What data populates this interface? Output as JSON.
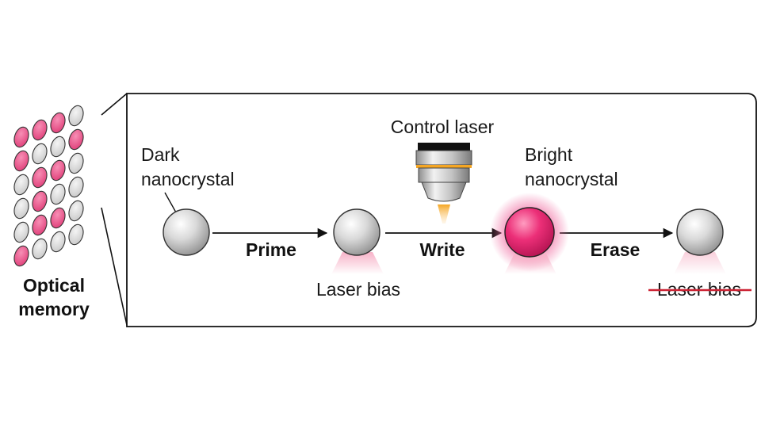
{
  "colors": {
    "accent_pink": "#e8407a",
    "dot_gray": "#d4d4d4",
    "strike_red": "#cc2233",
    "beam_orange": "#f5a623"
  },
  "array": {
    "label_line1": "Optical",
    "label_line2": "memory",
    "rows": [
      [
        "pink",
        "pink",
        "pink",
        "gray"
      ],
      [
        "pink",
        "gray",
        "gray",
        "pink"
      ],
      [
        "gray",
        "pink",
        "pink",
        "gray"
      ],
      [
        "gray",
        "pink",
        "gray",
        "gray"
      ],
      [
        "gray",
        "pink",
        "pink",
        "gray"
      ],
      [
        "pink",
        "gray",
        "gray",
        "gray"
      ]
    ]
  },
  "labels": {
    "dark_line1": "Dark",
    "dark_line2": "nanocrystal",
    "control_laser": "Control laser",
    "bright_line1": "Bright",
    "bright_line2": "nanocrystal",
    "laser_bias": "Laser bias",
    "laser_bias_struck": "Laser bias"
  },
  "steps": {
    "prime": "Prime",
    "write": "Write",
    "erase": "Erase"
  },
  "icons": {
    "crystal": "sphere-icon",
    "laser": "objective-lens-icon"
  }
}
